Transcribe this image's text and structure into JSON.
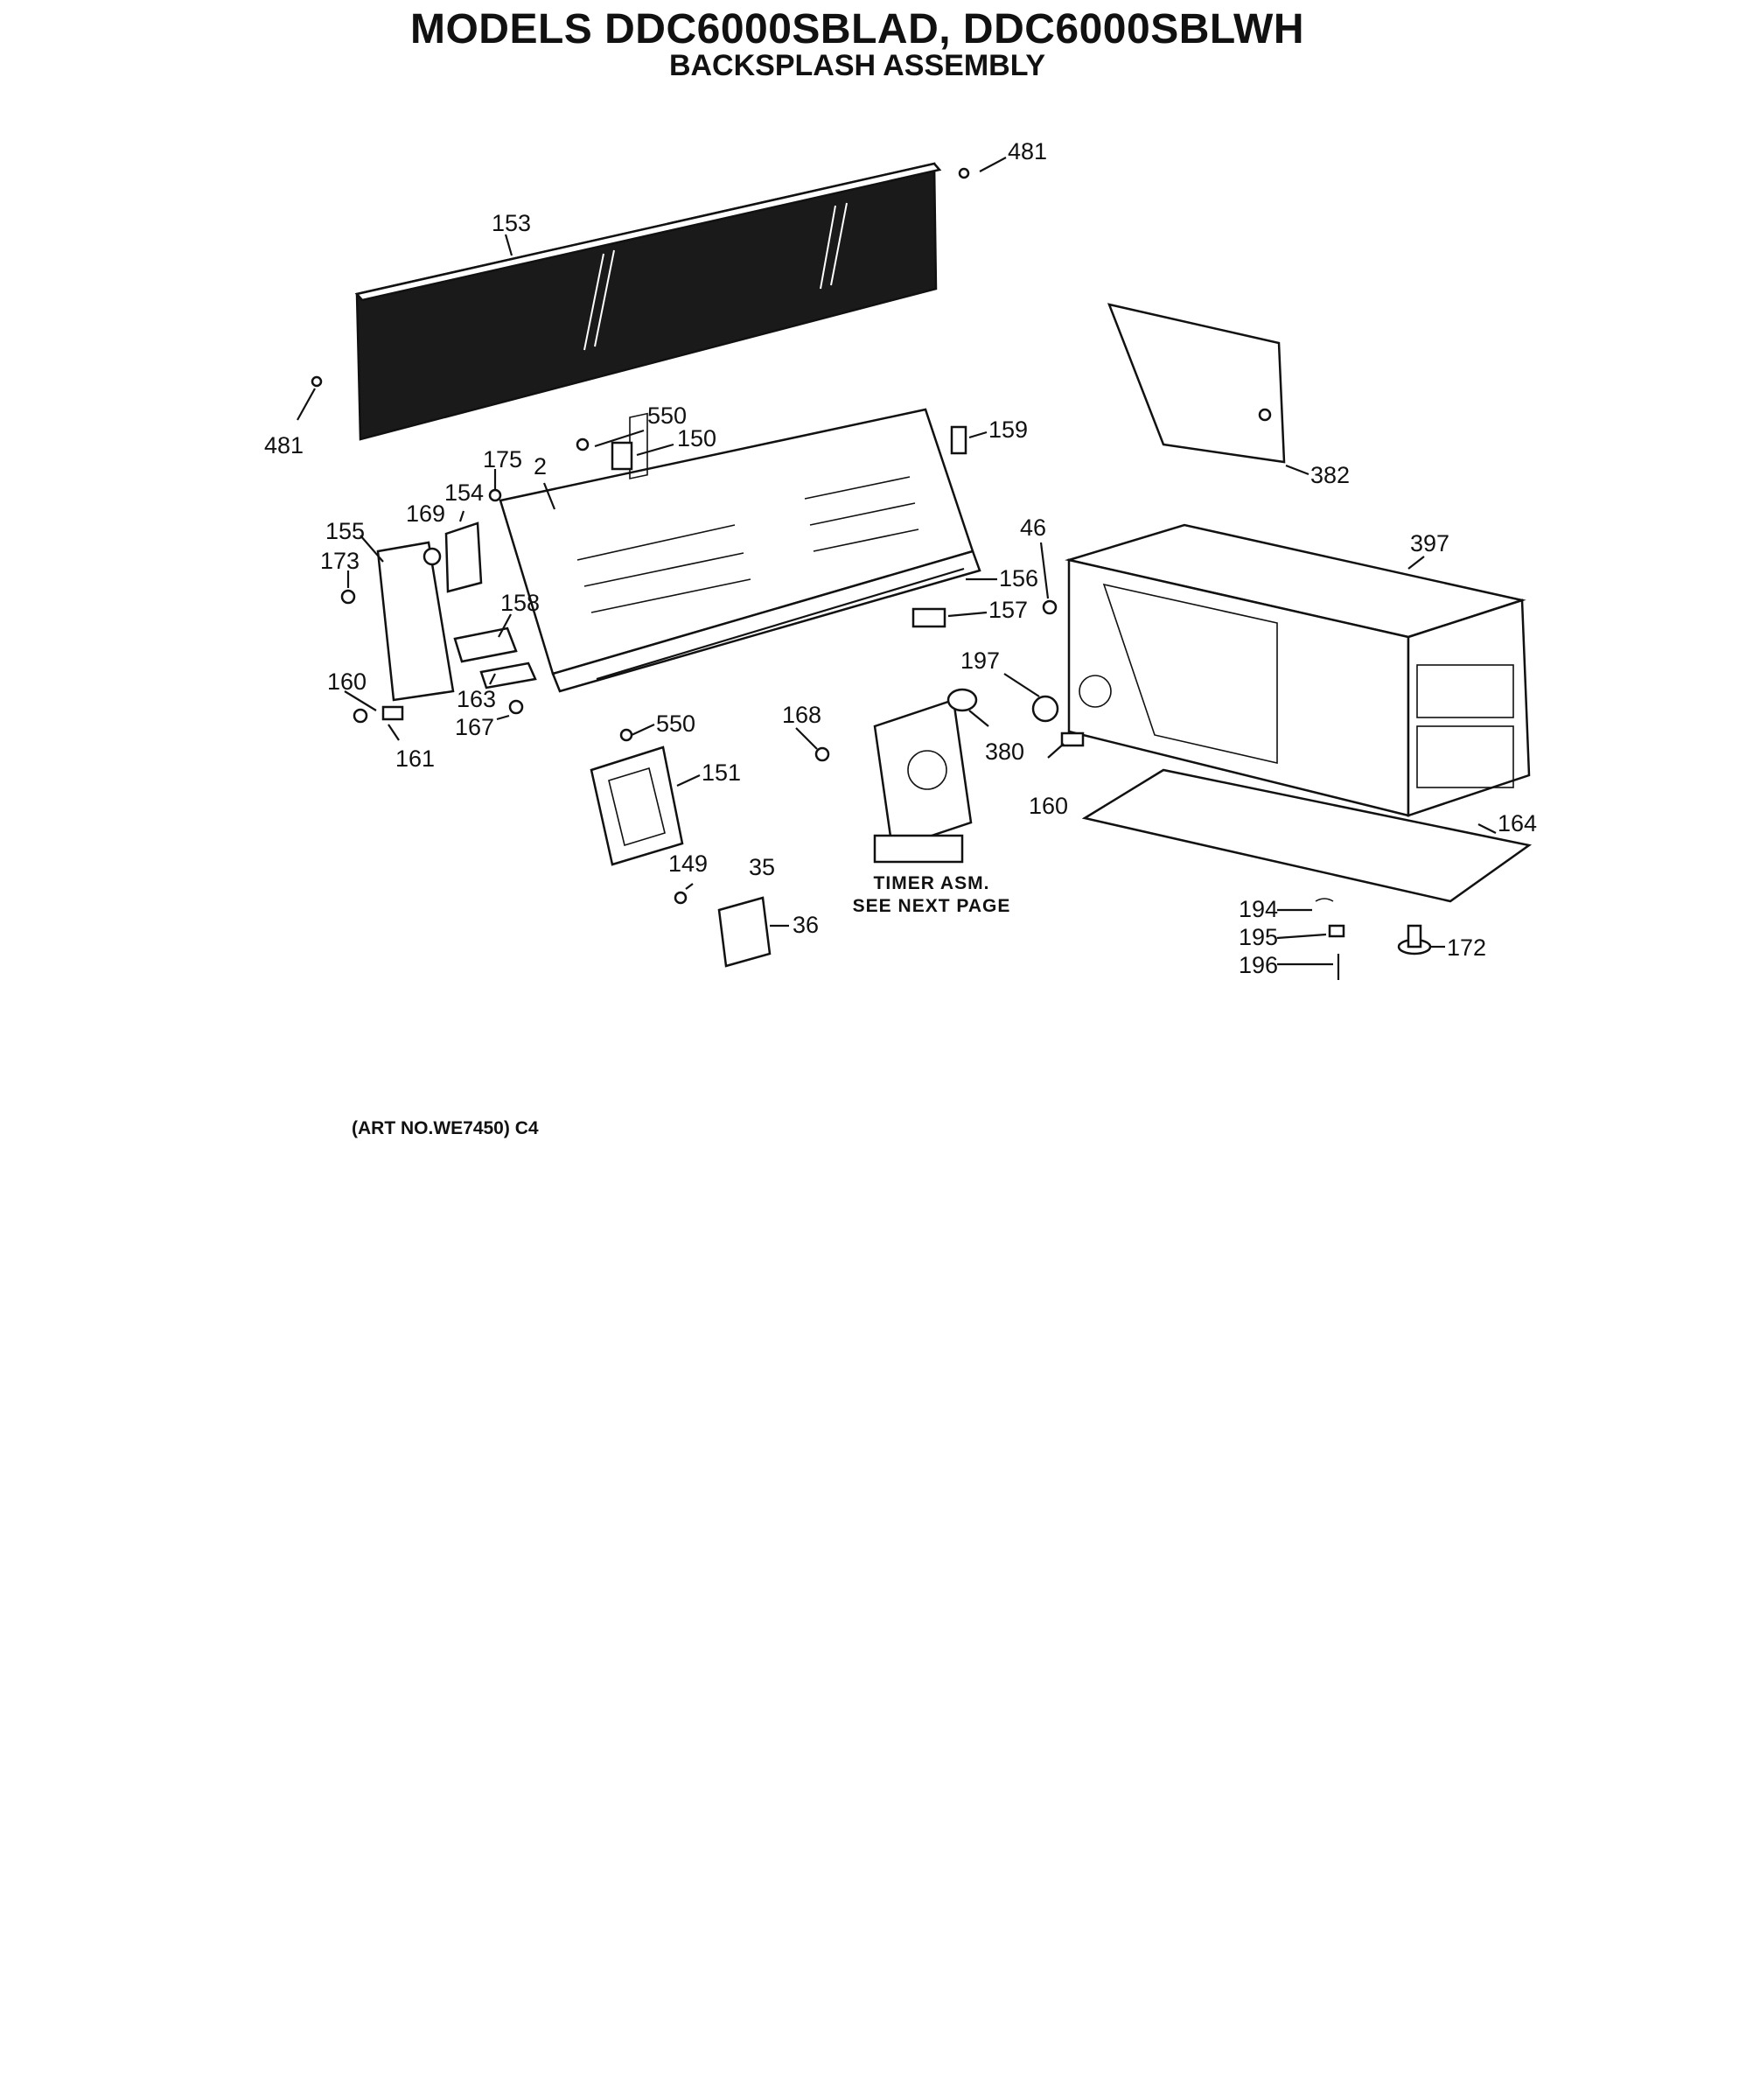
{
  "title": "MODELS DDC6000SBLAD, DDC6000SBLWH",
  "subtitle": "BACKSPLASH ASSEMBLY",
  "art_number": "(ART NO.WE7450) C4",
  "timer_note": {
    "line1": "TIMER ASM.",
    "line2": "SEE NEXT PAGE"
  },
  "part_callouts": {
    "c481_top": "481",
    "c481_left": "481",
    "c153": "153",
    "c550_top": "550",
    "c150": "150",
    "c159": "159",
    "c382": "382",
    "c175": "175",
    "c2": "2",
    "c154": "154",
    "c169": "169",
    "c155": "155",
    "c173": "173",
    "c46": "46",
    "c397": "397",
    "c156": "156",
    "c157": "157",
    "c158": "158",
    "c197": "197",
    "c160_left": "160",
    "c163": "163",
    "c167": "167",
    "c161": "161",
    "c550_mid": "550",
    "c168": "168",
    "c380": "380",
    "c160_right": "160",
    "c151": "151",
    "c164": "164",
    "c149": "149",
    "c35": "35",
    "c36": "36",
    "c194": "194",
    "c195": "195",
    "c196": "196",
    "c172": "172"
  }
}
